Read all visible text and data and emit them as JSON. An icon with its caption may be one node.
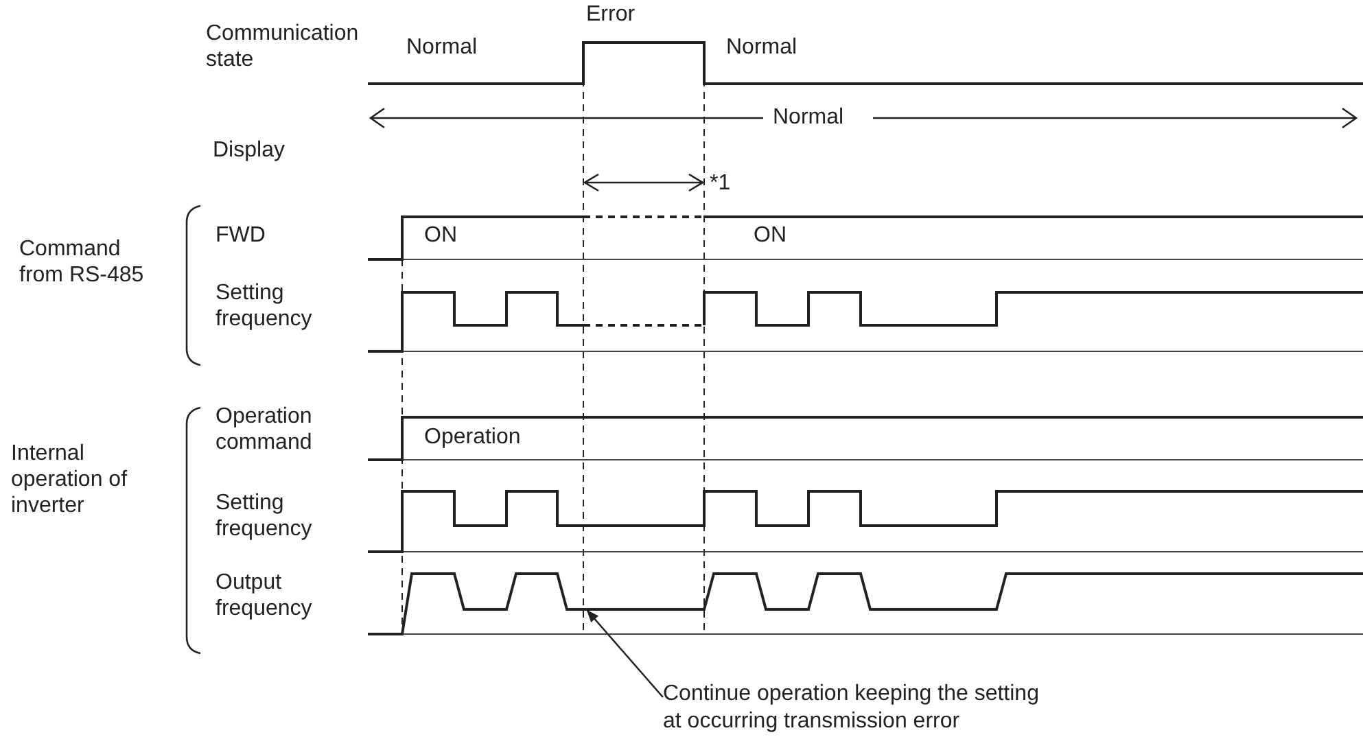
{
  "diagram": {
    "nodes": [
      {
        "text": [
          "Continue operation keeping the setting at occurring transmission error"
        ]
      },
      {
        "text": [],
        "shape": "picture"
      }
    ],
    "edges": [
      {
        "from": 0,
        "to": 1,
        "arrow": "to"
      }
    ],
    "labels": [
      "Error",
      "Communication state",
      "Normal",
      "Normal",
      "Normal",
      "Display",
      "*1",
      "FWD",
      "ON",
      "ON",
      "Command from RS-485",
      "Setting frequency",
      "Operation command",
      "Operation",
      "Internal operation of inverter",
      "Setting frequency",
      "Output frequency"
    ]
  }
}
